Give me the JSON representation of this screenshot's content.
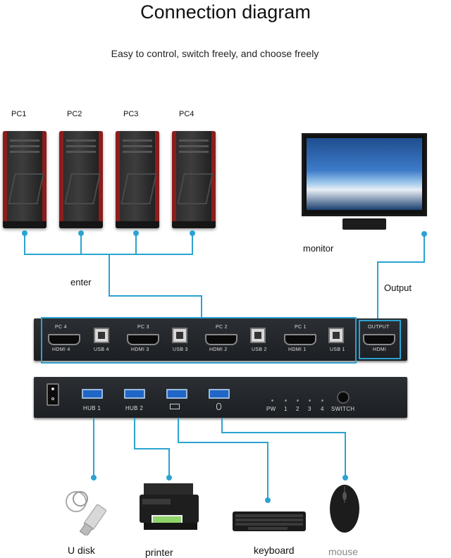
{
  "header": {
    "title": "Connection diagram",
    "subtitle": "Easy to control, switch freely, and choose freely"
  },
  "pcs": [
    {
      "label": "PC1"
    },
    {
      "label": "PC2"
    },
    {
      "label": "PC3"
    },
    {
      "label": "PC4"
    }
  ],
  "labels": {
    "monitor": "monitor",
    "enter": "enter",
    "output": "Output"
  },
  "kvm_back": {
    "ports": [
      {
        "pc": "PC 4",
        "hdmi": "HDMI 4",
        "usb": "USB 4"
      },
      {
        "pc": "PC 3",
        "hdmi": "HDMI 3",
        "usb": "USB 3"
      },
      {
        "pc": "PC 2",
        "hdmi": "HDMI 2",
        "usb": "USB 2"
      },
      {
        "pc": "PC 1",
        "hdmi": "HDMI 1",
        "usb": "USB 1"
      }
    ],
    "output_top": "OUTPUT",
    "output_bottom": "HDMI"
  },
  "kvm_front": {
    "hub1": "HUB 1",
    "hub2": "HUB 2",
    "pw": "PW",
    "leds": [
      "1",
      "2",
      "3",
      "4"
    ],
    "switch": "SWITCH"
  },
  "devices": {
    "udisk": "U disk",
    "printer": "printer",
    "keyboard": "keyboard",
    "mouse": "mouse"
  },
  "colors": {
    "accent": "#2ba3d1",
    "tower_red": "#8c1d1d",
    "kvm_body": "#1c1f23"
  }
}
